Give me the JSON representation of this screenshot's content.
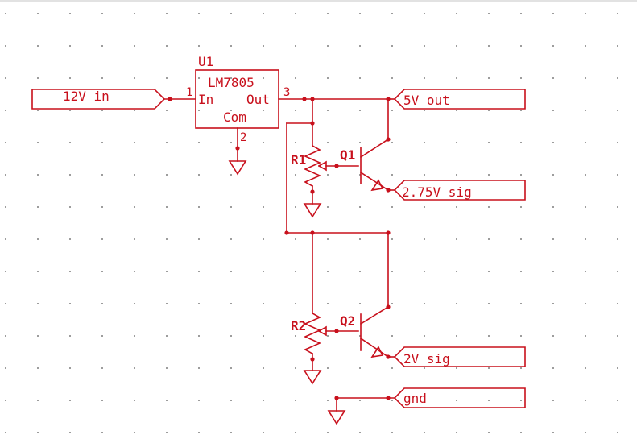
{
  "schematic": {
    "u1": {
      "ref": "U1",
      "part": "LM7805",
      "pin_in": "In",
      "pin_out": "Out",
      "pin_com": "Com",
      "pin1": "1",
      "pin2": "2",
      "pin3": "3"
    },
    "ports": {
      "in_12v": "12V in",
      "out_5v": "5V out",
      "sig_275": "2.75V sig",
      "sig_2": "2V sig",
      "gnd": "gnd"
    },
    "refs": {
      "r1": "R1",
      "r2": "R2",
      "q1": "Q1",
      "q2": "Q2"
    }
  },
  "colors": {
    "wire": "#c8101c",
    "grid_dot": "#8a8a8a",
    "background": "#ffffff"
  }
}
